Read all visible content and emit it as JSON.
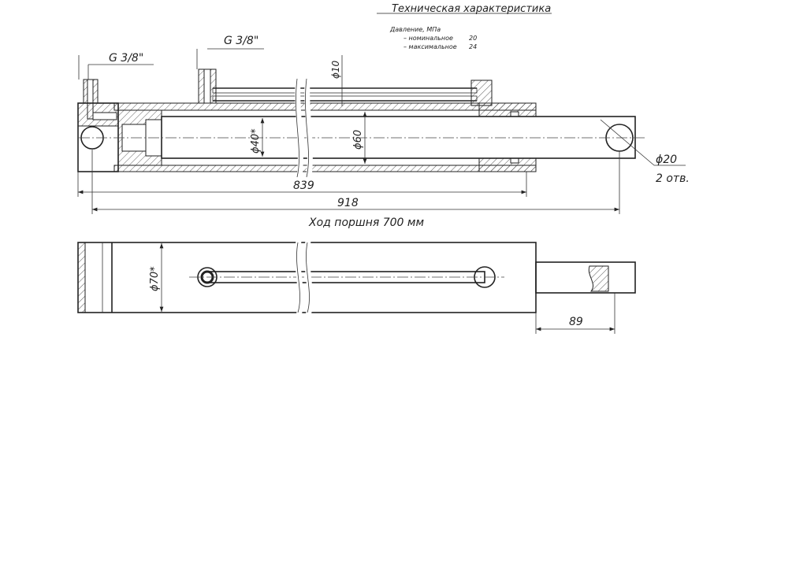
{
  "spec": {
    "title": "Техническая характеристика",
    "pressure_label": "Давление, МПа",
    "nominal_label": "– номинальное",
    "nominal_value": "20",
    "max_label": "– максимальное",
    "max_value": "24"
  },
  "dimensions": {
    "port_left": "G 3/8\"",
    "port_right": "G 3/8\"",
    "pipe_dia": "ϕ10",
    "rod_dia": "ϕ40*",
    "bore_dia": "ϕ60",
    "hole_dia": "ϕ20",
    "hole_count": "2 отв.",
    "length_839": "839",
    "length_918": "918",
    "stroke": "Ход поршня 700 мм",
    "body_dia": "ϕ70*",
    "rod_end": "89"
  }
}
